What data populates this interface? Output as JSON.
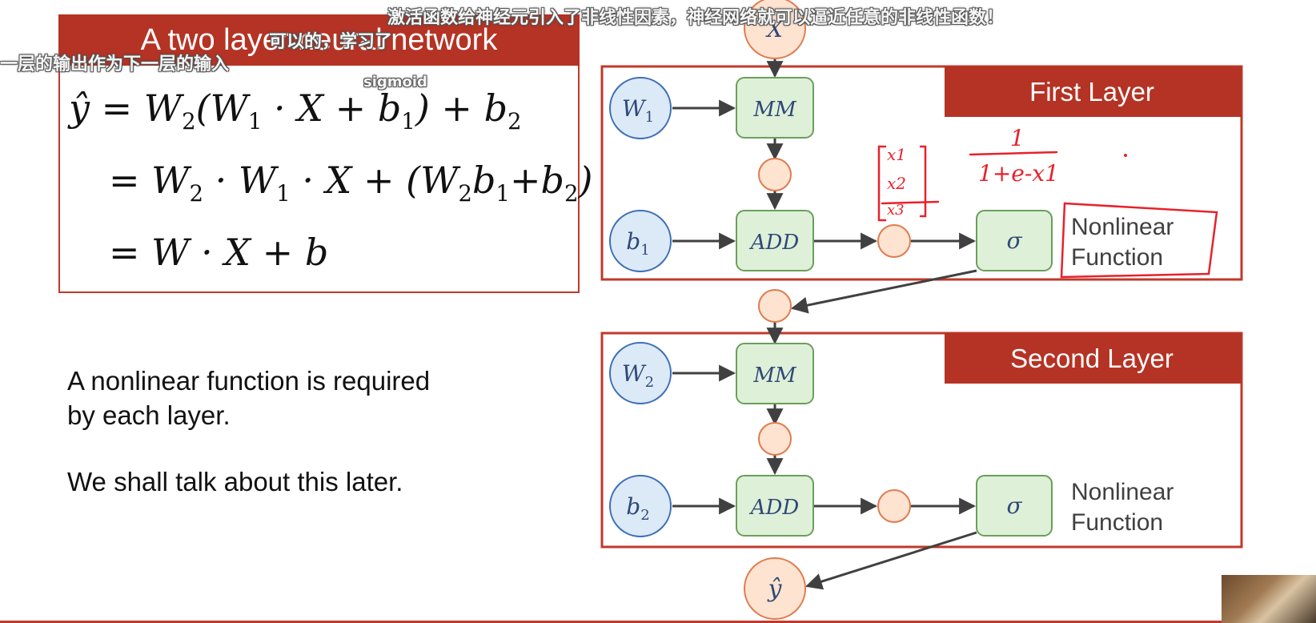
{
  "slide": {
    "title": "A two layer neural network",
    "equations": [
      {
        "parts": [
          "ŷ = W",
          "2",
          "(W",
          "1",
          " · X + b",
          "1",
          ") + b",
          "2"
        ]
      },
      {
        "parts": [
          "= W",
          "2",
          " · W",
          "1",
          " · X + (W",
          "2",
          "b",
          "1",
          "+b",
          "2",
          ")"
        ]
      },
      {
        "parts": [
          "= W · X + b"
        ]
      }
    ],
    "note_line1": "A nonlinear function is required",
    "note_line2": "by each layer.",
    "note_line3": "We shall talk about this later."
  },
  "diagram": {
    "input_label": "X",
    "output_label": "ŷ",
    "layers": [
      {
        "title": "First Layer",
        "weight_label": "W",
        "weight_sub": "1",
        "bias_label": "b",
        "bias_sub": "1",
        "mm_label": "MM",
        "add_label": "ADD",
        "activation_label": "σ",
        "nonlinear_line1": "Nonlinear",
        "nonlinear_line2": "Function"
      },
      {
        "title": "Second Layer",
        "weight_label": "W",
        "weight_sub": "2",
        "bias_label": "b",
        "bias_sub": "2",
        "mm_label": "MM",
        "add_label": "ADD",
        "activation_label": "σ",
        "nonlinear_line1": "Nonlinear",
        "nonlinear_line2": "Function"
      }
    ],
    "handwriting": {
      "vector": [
        "x1",
        "x2",
        "x3"
      ],
      "sigmoid_numerator": "1",
      "sigmoid_denominator": "1+e-x1"
    }
  },
  "captions": {
    "top": "激活函数给神经元引入了非线性因素，神经网络就可以逼近任意的非线性函数！",
    "middle": "可以的，学习了",
    "left": "一层的输出作为下一层的输入",
    "small": "sigmoid"
  },
  "colors": {
    "accent": "#b53324",
    "node_blue_fill": "#dce9f7",
    "node_blue_stroke": "#3d6fb6",
    "node_green_fill": "#dff0d8",
    "node_green_stroke": "#6a9f5b",
    "node_orange_fill": "#fde3d0",
    "node_orange_stroke": "#e07b4f",
    "annotation_red": "#e8212b"
  }
}
